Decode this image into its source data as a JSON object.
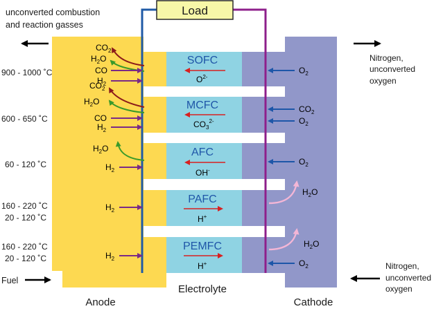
{
  "load_label": "Load",
  "exhaust_label_1": "unconverted combustion",
  "exhaust_label_2": "and reaction gasses",
  "cathode_out_1": "Nitrogen,",
  "cathode_out_2": "unconverted",
  "cathode_out_3": "oxygen",
  "cathode_in_1": "Nitrogen,",
  "cathode_in_2": "unconverted",
  "cathode_in_3": "oxygen",
  "fuel_label": "Fuel",
  "anode_label": "Anode",
  "electrolyte_label": "Electrolyte",
  "cathode_label": "Cathode",
  "colors": {
    "anode": "#fdd951",
    "electrolyte": "#8fd3e3",
    "cathode": "#9197c9",
    "wire_left": "#1f5aa6",
    "wire_right": "#8e1f8b",
    "load_fill": "#f7f7a8",
    "title": "#1f56a8"
  },
  "cells": [
    {
      "name": "SOFC",
      "temps": [
        "900 - 1000 ˚C"
      ],
      "ion": "O",
      "ion_sup": "2-",
      "anode_species": [
        {
          "t": "CO",
          "sub": "2"
        },
        {
          "t": "H",
          "sub": "2",
          "t2": "O"
        },
        {
          "t": "CO",
          "sub": ""
        },
        {
          "t": "H",
          "sub": "2"
        },
        {
          "t": "CO",
          "sub": "2"
        },
        {
          "t": "H",
          "sub": "2",
          "t2": "O"
        }
      ],
      "cathode_species": [
        {
          "t": "O",
          "sub": "2"
        }
      ]
    },
    {
      "name": "MCFC",
      "temps": [
        "600 - 650 ˚C"
      ],
      "ion": "CO",
      "ion_sub": "3",
      "ion_sup": "2-",
      "anode_species": [
        {
          "t": "CO",
          "sub": ""
        },
        {
          "t": "H",
          "sub": "2"
        }
      ],
      "cathode_species": [
        {
          "t": "CO",
          "sub": "2"
        },
        {
          "t": "O",
          "sub": "2"
        }
      ]
    },
    {
      "name": "AFC",
      "temps": [
        "60 - 120 ˚C"
      ],
      "ion": "OH",
      "ion_sup": "-",
      "anode_species": [
        {
          "t": "H",
          "sub": "2",
          "t2": "O"
        },
        {
          "t": "H",
          "sub": "2"
        }
      ],
      "cathode_species": [
        {
          "t": "O",
          "sub": "2"
        }
      ]
    },
    {
      "name": "PAFC",
      "temps": [
        "160 - 220 ˚C",
        "20 - 120 ˚C"
      ],
      "ion": "H",
      "ion_sup": "+",
      "anode_species": [
        {
          "t": "H",
          "sub": "2"
        }
      ],
      "cathode_species": [
        {
          "t": "H",
          "sub": "2",
          "t2": "O"
        }
      ]
    },
    {
      "name": "PEMFC",
      "temps": [
        "160 - 220 ˚C",
        "20 - 120 ˚C"
      ],
      "ion": "H",
      "ion_sup": "+",
      "anode_species": [
        {
          "t": "H",
          "sub": "2"
        }
      ],
      "cathode_species": [
        {
          "t": "H",
          "sub": "2",
          "t2": "O"
        },
        {
          "t": "O",
          "sub": "2"
        }
      ]
    }
  ]
}
